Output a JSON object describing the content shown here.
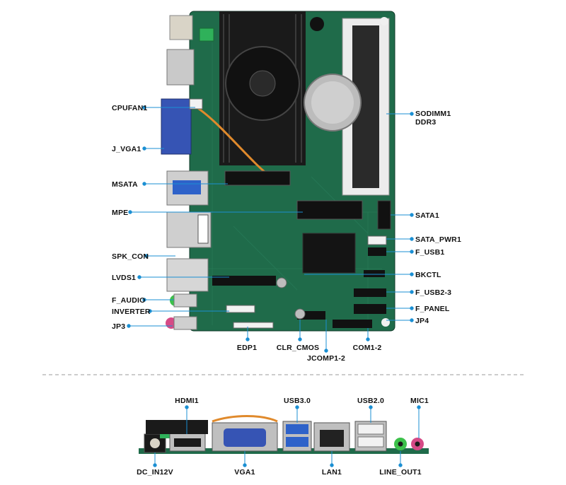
{
  "colors": {
    "pcb": "#1f6b4a",
    "pcb_dark": "#164f37",
    "leader": "#1b8fd3",
    "label": "#111111",
    "divider": "#9a9a9a"
  },
  "top_labels_left": [
    {
      "id": "cpufan1",
      "text": "CPUFAN1"
    },
    {
      "id": "j-vga1",
      "text": "J_VGA1"
    },
    {
      "id": "msata",
      "text": "MSATA"
    },
    {
      "id": "mpe",
      "text": "MPE"
    },
    {
      "id": "spk-con",
      "text": "SPK_CON"
    },
    {
      "id": "lvds1",
      "text": "LVDS1"
    },
    {
      "id": "f-audio",
      "text": "F_AUDIO"
    },
    {
      "id": "inverter",
      "text": "INVERTER"
    },
    {
      "id": "jp3",
      "text": "JP3"
    }
  ],
  "top_labels_right": [
    {
      "id": "sodimm1",
      "text": "SODIMM1",
      "text2": "DDR3"
    },
    {
      "id": "sata1",
      "text": "SATA1"
    },
    {
      "id": "sata-pwr1",
      "text": "SATA_PWR1"
    },
    {
      "id": "f-usb1",
      "text": "F_USB1"
    },
    {
      "id": "bkctl",
      "text": "BKCTL"
    },
    {
      "id": "f-usb2-3",
      "text": "F_USB2-3"
    },
    {
      "id": "f-panel",
      "text": "F_PANEL"
    },
    {
      "id": "jp4",
      "text": "JP4"
    }
  ],
  "top_labels_bottom": [
    {
      "id": "edp1",
      "text": "EDP1"
    },
    {
      "id": "clr-cmos",
      "text": "CLR_CMOS"
    },
    {
      "id": "jcomp1-2",
      "text": "JCOMP1-2"
    },
    {
      "id": "com1-2",
      "text": "COM1-2"
    }
  ],
  "io_labels_top": [
    {
      "id": "hdmi1",
      "text": "HDMI1"
    },
    {
      "id": "usb3",
      "text": "USB3.0"
    },
    {
      "id": "usb2",
      "text": "USB2.0"
    },
    {
      "id": "mic1",
      "text": "MIC1"
    }
  ],
  "io_labels_bottom": [
    {
      "id": "dc-in12v",
      "text": "DC_IN12V"
    },
    {
      "id": "vga1",
      "text": "VGA1"
    },
    {
      "id": "lan1",
      "text": "LAN1"
    },
    {
      "id": "line-out1",
      "text": "LINE_OUT1"
    }
  ]
}
